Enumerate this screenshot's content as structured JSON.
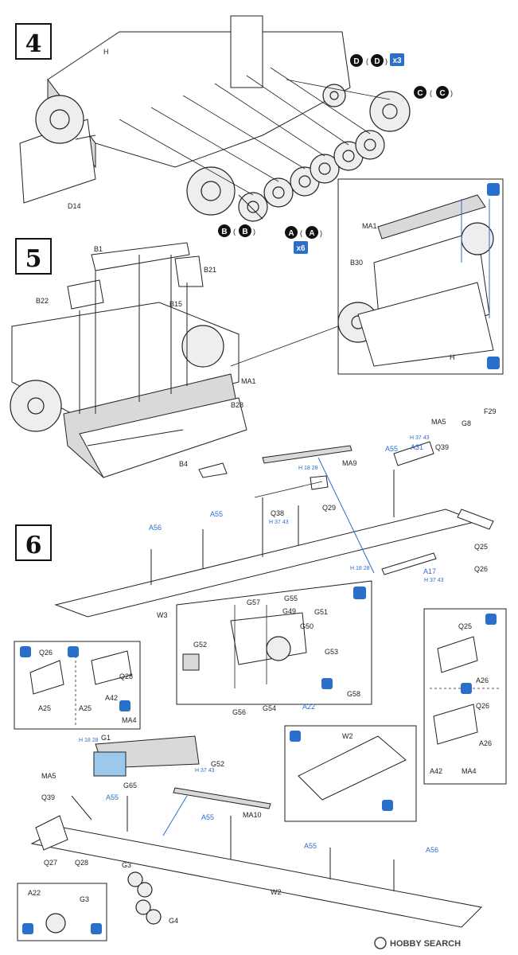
{
  "steps": {
    "s4": "4",
    "s5": "5",
    "s6": "6"
  },
  "step4": {
    "labels": [
      "H",
      "D14",
      "D",
      "(D)",
      "x3",
      "C",
      "(C)",
      "B",
      "(B)",
      "A",
      "(A)",
      "x6"
    ]
  },
  "step5": {
    "labels": [
      "B1",
      "B21",
      "B22",
      "B15",
      "MA1",
      "B28",
      "B4",
      "MA1",
      "B30",
      "H"
    ]
  },
  "step6": {
    "labels_black": [
      "F29",
      "G8",
      "MA5",
      "Q39",
      "MA9",
      "Q38",
      "Q29",
      "Q25",
      "Q26",
      "W3",
      "G57",
      "G55",
      "G49",
      "G51",
      "G50",
      "G52",
      "G53",
      "G58",
      "G56",
      "G54",
      "Q26",
      "Q28",
      "A25",
      "A25",
      "A42",
      "MA4",
      "G1",
      "G65",
      "G52",
      "MA5",
      "Q39",
      "MA10",
      "Q27",
      "Q28",
      "G3",
      "G4",
      "A22",
      "G3",
      "W2",
      "W2",
      "Q25",
      "A26",
      "Q26",
      "A26",
      "A42",
      "MA4"
    ],
    "labels_blue": [
      "A55",
      "A31",
      "A56",
      "A55",
      "A17",
      "A22",
      "A55",
      "A55",
      "A55",
      "A56"
    ],
    "refs": [
      "H 18 28",
      "H 37 43",
      "H 18 28",
      "H 37 43",
      "H 37 43",
      "H 18 28",
      "H 37 43"
    ]
  },
  "watermark": {
    "text": "HOBBY SEARCH"
  }
}
